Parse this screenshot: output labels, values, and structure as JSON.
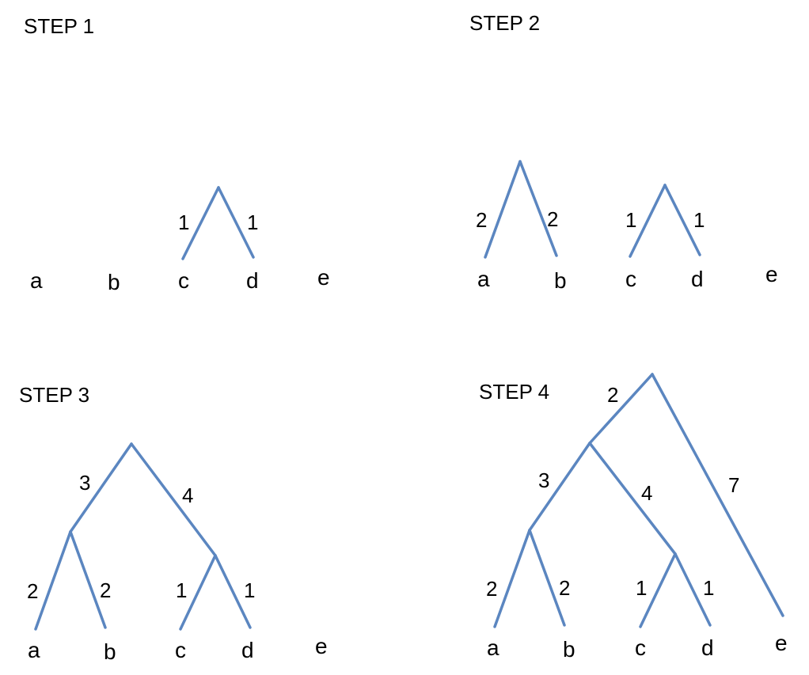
{
  "line_color": "#5b86c0",
  "panels": [
    {
      "title": "STEP 1",
      "leaves": [
        "a",
        "b",
        "c",
        "d",
        "e"
      ],
      "edge_labels": [
        "1",
        "1"
      ]
    },
    {
      "title": "STEP 2",
      "leaves": [
        "a",
        "b",
        "c",
        "d",
        "e"
      ],
      "edge_labels": [
        "2",
        "2",
        "1",
        "1"
      ]
    },
    {
      "title": "STEP 3",
      "leaves": [
        "a",
        "b",
        "c",
        "d",
        "e"
      ],
      "edge_labels": [
        "3",
        "4",
        "2",
        "2",
        "1",
        "1"
      ]
    },
    {
      "title": "STEP 4",
      "leaves": [
        "a",
        "b",
        "c",
        "d",
        "e"
      ],
      "edge_labels": [
        "2",
        "7",
        "3",
        "4",
        "2",
        "2",
        "1",
        "1"
      ]
    }
  ]
}
